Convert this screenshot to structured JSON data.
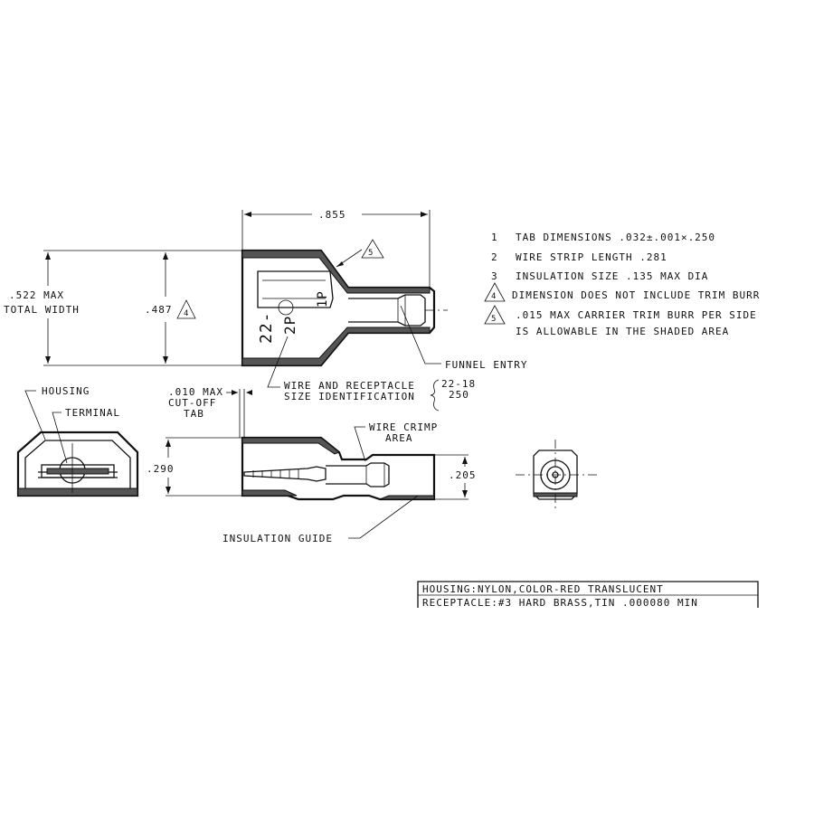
{
  "dimensions": {
    "length": ".855",
    "total_width_value": ".522 MAX",
    "total_width_label": "TOTAL WIDTH",
    "body_width": ".487",
    "body_width_note_ref": "4",
    "shading_note_ref": "5",
    "cutoff_line1": ".010 MAX",
    "cutoff_line2": "CUT-OFF",
    "cutoff_line3": "TAB",
    "height": ".290",
    "barrel": ".205"
  },
  "callouts": {
    "housing": "HOUSING",
    "terminal": "TERMINAL",
    "funnel_entry": "FUNNEL ENTRY",
    "wire_receptacle_line1": "WIRE AND RECEPTACLE",
    "wire_receptacle_line2": "SIZE IDENTIFICATION",
    "size_range": "22-18",
    "size_tab": "250",
    "wire_crimp_line1": "WIRE CRIMP",
    "wire_crimp_line2": "AREA",
    "insulation_guide": "INSULATION GUIDE"
  },
  "body_markings": {
    "size_code": "22-",
    "size_code2": "2P",
    "code_fragment": "1P"
  },
  "notes": [
    {
      "marker": "1",
      "marker_style": "plain",
      "text": "TAB DIMENSIONS .032±.001×.250"
    },
    {
      "marker": "2",
      "marker_style": "plain",
      "text": "WIRE STRIP LENGTH .281"
    },
    {
      "marker": "3",
      "marker_style": "plain",
      "text": "INSULATION SIZE .135 MAX DIA"
    },
    {
      "marker": "4",
      "marker_style": "triangle",
      "text": "DIMENSION DOES NOT INCLUDE TRIM BURR"
    },
    {
      "marker": "5",
      "marker_style": "triangle",
      "text": ".015 MAX CARRIER TRIM BURR PER SIDE",
      "text2": "IS ALLOWABLE IN THE SHADED AREA"
    }
  ],
  "material_block": {
    "line1": "HOUSING:NYLON,COLOR-RED TRANSLUCENT",
    "line2": "RECEPTACLE:#3 HARD BRASS,TIN .000080 MIN"
  }
}
